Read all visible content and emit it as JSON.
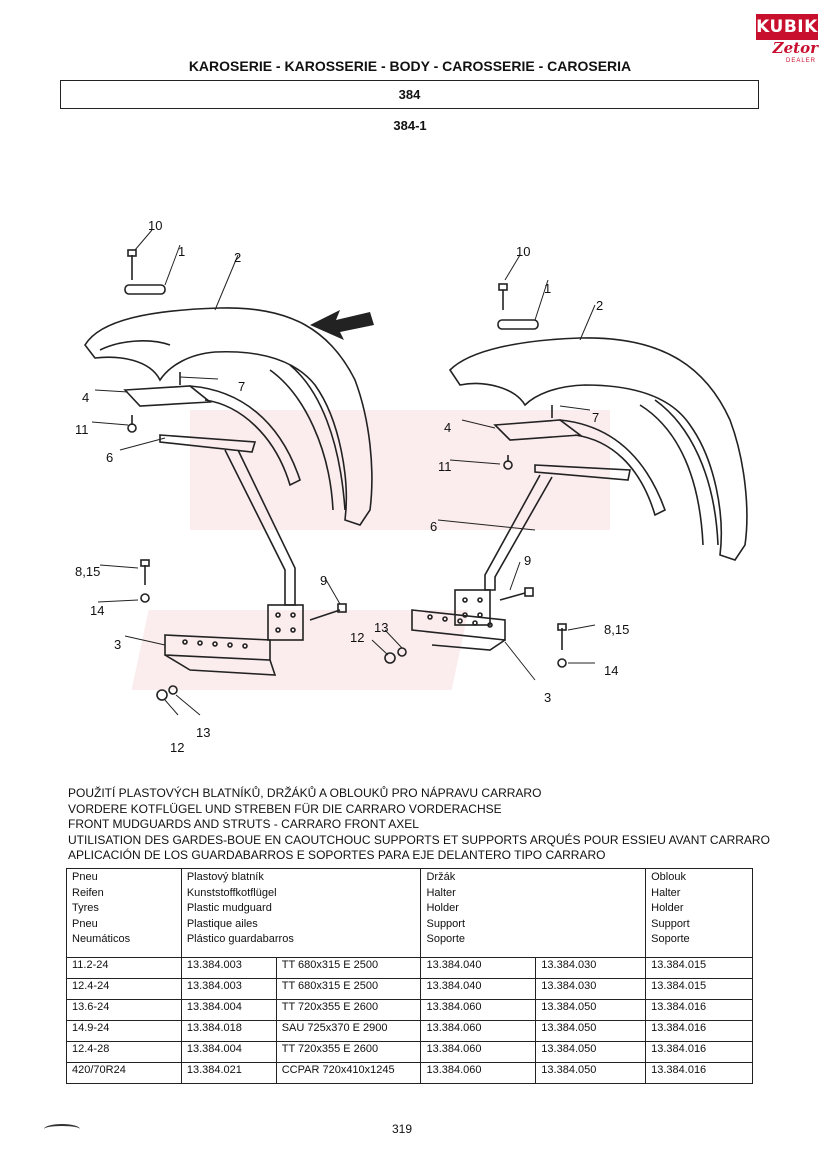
{
  "logo": {
    "brand": "KUBIK",
    "sub_brand": "Zetor",
    "dealer": "DEALER"
  },
  "header": {
    "title": "KAROSERIE - KAROSSERIE - BODY - CAROSSERIE - CAROSERIA",
    "section": "384",
    "subsection": "384-1"
  },
  "diagram": {
    "callouts_left": [
      "10",
      "1",
      "2",
      "4",
      "7",
      "11",
      "6",
      "8,15",
      "14",
      "9",
      "3",
      "12",
      "13"
    ],
    "callouts_right": [
      "10",
      "1",
      "2",
      "4",
      "7",
      "11",
      "6",
      "9",
      "13",
      "12",
      "8,15",
      "14",
      "3"
    ]
  },
  "usage_lines": [
    "POUŽITÍ PLASTOVÝCH BLATNÍKŮ, DRŽÁKŮ A OBLOUKŮ PRO NÁPRAVU CARRARO",
    "VORDERE KOTFLÜGEL UND STREBEN FÜR DIE CARRARO VORDERACHSE",
    "FRONT MUDGUARDS AND STRUTS - CARRARO FRONT AXEL",
    "UTILISATION DES GARDES-BOUE EN CAOUTCHOUC SUPPORTS ET SUPPORTS ARQUÉS POUR ESSIEU AVANT CARRARO",
    "APLICACIÓN DE LOS GUARDABARROS E SOPORTES PARA EJE DELANTERO TIPO CARRARO"
  ],
  "table": {
    "headers": {
      "pneu": [
        "Pneu",
        "Reifen",
        "Tyres",
        "Pneu",
        "Neumáticos"
      ],
      "mudguard": [
        "Plastový blatník",
        "Kunststoffkotflügel",
        "Plastic mudguard",
        "Plastique ailes",
        "Plástico guardabarros"
      ],
      "holder": [
        "Držák",
        "Halter",
        "Holder",
        "Support",
        "Soporte"
      ],
      "arch": [
        "Oblouk",
        "Halter",
        "Holder",
        "Support",
        "Soporte"
      ]
    },
    "rows": [
      [
        "11.2-24",
        "13.384.003",
        "TT 680x315 E 2500",
        "13.384.040",
        "13.384.030",
        "13.384.015"
      ],
      [
        "12.4-24",
        "13.384.003",
        "TT 680x315 E 2500",
        "13.384.040",
        "13.384.030",
        "13.384.015"
      ],
      [
        "13.6-24",
        "13.384.004",
        "TT 720x355 E 2600",
        "13.384.060",
        "13.384.050",
        "13.384.016"
      ],
      [
        "14.9-24",
        "13.384.018",
        "SAU 725x370 E 2900",
        "13.384.060",
        "13.384.050",
        "13.384.016"
      ],
      [
        "12.4-28",
        "13.384.004",
        "TT 720x355 E 2600",
        "13.384.060",
        "13.384.050",
        "13.384.016"
      ],
      [
        "420/70R24",
        "13.384.021",
        "CCPAR 720x410x1245",
        "13.384.060",
        "13.384.050",
        "13.384.016"
      ]
    ]
  },
  "footer": {
    "page_number": "319"
  }
}
